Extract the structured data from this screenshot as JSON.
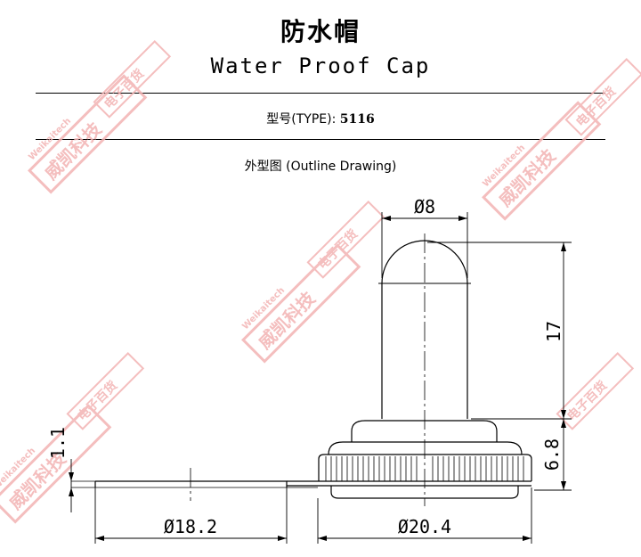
{
  "title_cn": "防水帽",
  "title_en": "Water Proof Cap",
  "type_label": "型号(TYPE):",
  "type_value": "5116",
  "outline_label": "外型图 (Outline Drawing)",
  "dimensions": {
    "top_diameter": "Ø8",
    "height_upper": "17",
    "height_lower": "6.8",
    "thickness": "1.1",
    "washer_diameter": "Ø18.2",
    "base_diameter": "Ø20.4"
  },
  "watermark": {
    "cn": "威凯科技",
    "en": "Weikaitech",
    "cn2": "电子百货"
  },
  "colors": {
    "line": "#000000",
    "watermark": "#f3b3b3"
  }
}
